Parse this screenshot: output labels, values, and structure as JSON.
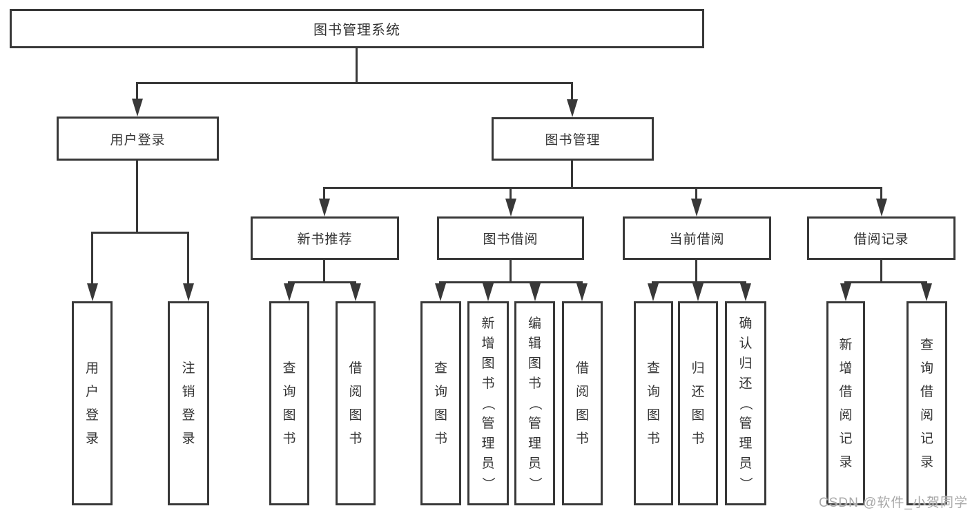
{
  "colors": {
    "line": "#383838",
    "text": "#333333",
    "watermark": "#a9a9a9",
    "background": "#ffffff"
  },
  "watermark": "CSDN @软件_小贺同学",
  "tree": {
    "root": {
      "label": "图书管理系统"
    },
    "branches": [
      {
        "label": "用户登录",
        "leaves": [
          {
            "label": "用户登录"
          },
          {
            "label": "注销登录"
          }
        ]
      },
      {
        "label": "图书管理",
        "groups": [
          {
            "label": "新书推荐",
            "leaves": [
              {
                "label": "查询图书"
              },
              {
                "label": "借阅图书"
              }
            ]
          },
          {
            "label": "图书借阅",
            "leaves": [
              {
                "label": "查询图书"
              },
              {
                "label": "新增图书（管理员）"
              },
              {
                "label": "编辑图书（管理员）"
              },
              {
                "label": "借阅图书"
              }
            ]
          },
          {
            "label": "当前借阅",
            "leaves": [
              {
                "label": "查询图书"
              },
              {
                "label": "归还图书"
              },
              {
                "label": "确认归还（管理员）"
              }
            ]
          },
          {
            "label": "借阅记录",
            "leaves": [
              {
                "label": "新增借阅记录"
              },
              {
                "label": "查询借阅记录"
              }
            ]
          }
        ]
      }
    ]
  }
}
